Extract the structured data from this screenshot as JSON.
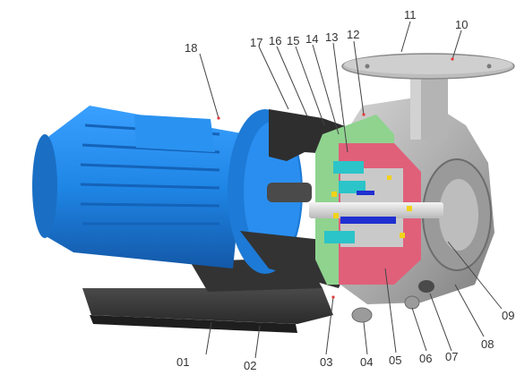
{
  "labels": {
    "l01": "01",
    "l02": "02",
    "l03": "03",
    "l04": "04",
    "l05": "05",
    "l06": "06",
    "l07": "07",
    "l08": "08",
    "l09": "09",
    "l10": "10",
    "l11": "11",
    "l12": "12",
    "l13": "13",
    "l14": "14",
    "l15": "15",
    "l16": "16",
    "l17": "17",
    "l18": "18"
  },
  "colors": {
    "motor": "#1f86e6",
    "motor_dark": "#1561b0",
    "base": "#3a3a3a",
    "casing": "#a9a9a9",
    "magnet_pink": "#e0607a",
    "seal_green": "#8fd38f",
    "magnet_cyan": "#2bc4c9",
    "shaft_blue": "#2030d0",
    "leader": "#444444"
  }
}
